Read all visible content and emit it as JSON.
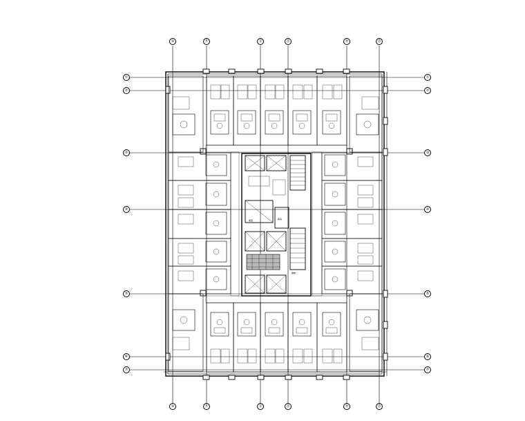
{
  "drawing": {
    "grid_axes_top": [
      "⑩",
      "⑪",
      "⑫",
      "⑬",
      "⑭",
      "⑮"
    ],
    "grid_axes_bottom": [
      "⑩",
      "⑪",
      "⑫",
      "⑬",
      "⑭",
      "⑮"
    ],
    "grid_axes_left": [
      "①",
      "②",
      "③",
      "④",
      "⑤",
      "⑥",
      "⑦"
    ],
    "grid_axes_right": [
      "①",
      "②",
      "③",
      "④",
      "⑤",
      "⑥",
      "⑦"
    ],
    "room_label": "客房",
    "core_label": "前室",
    "stair_label": "楼梯"
  }
}
